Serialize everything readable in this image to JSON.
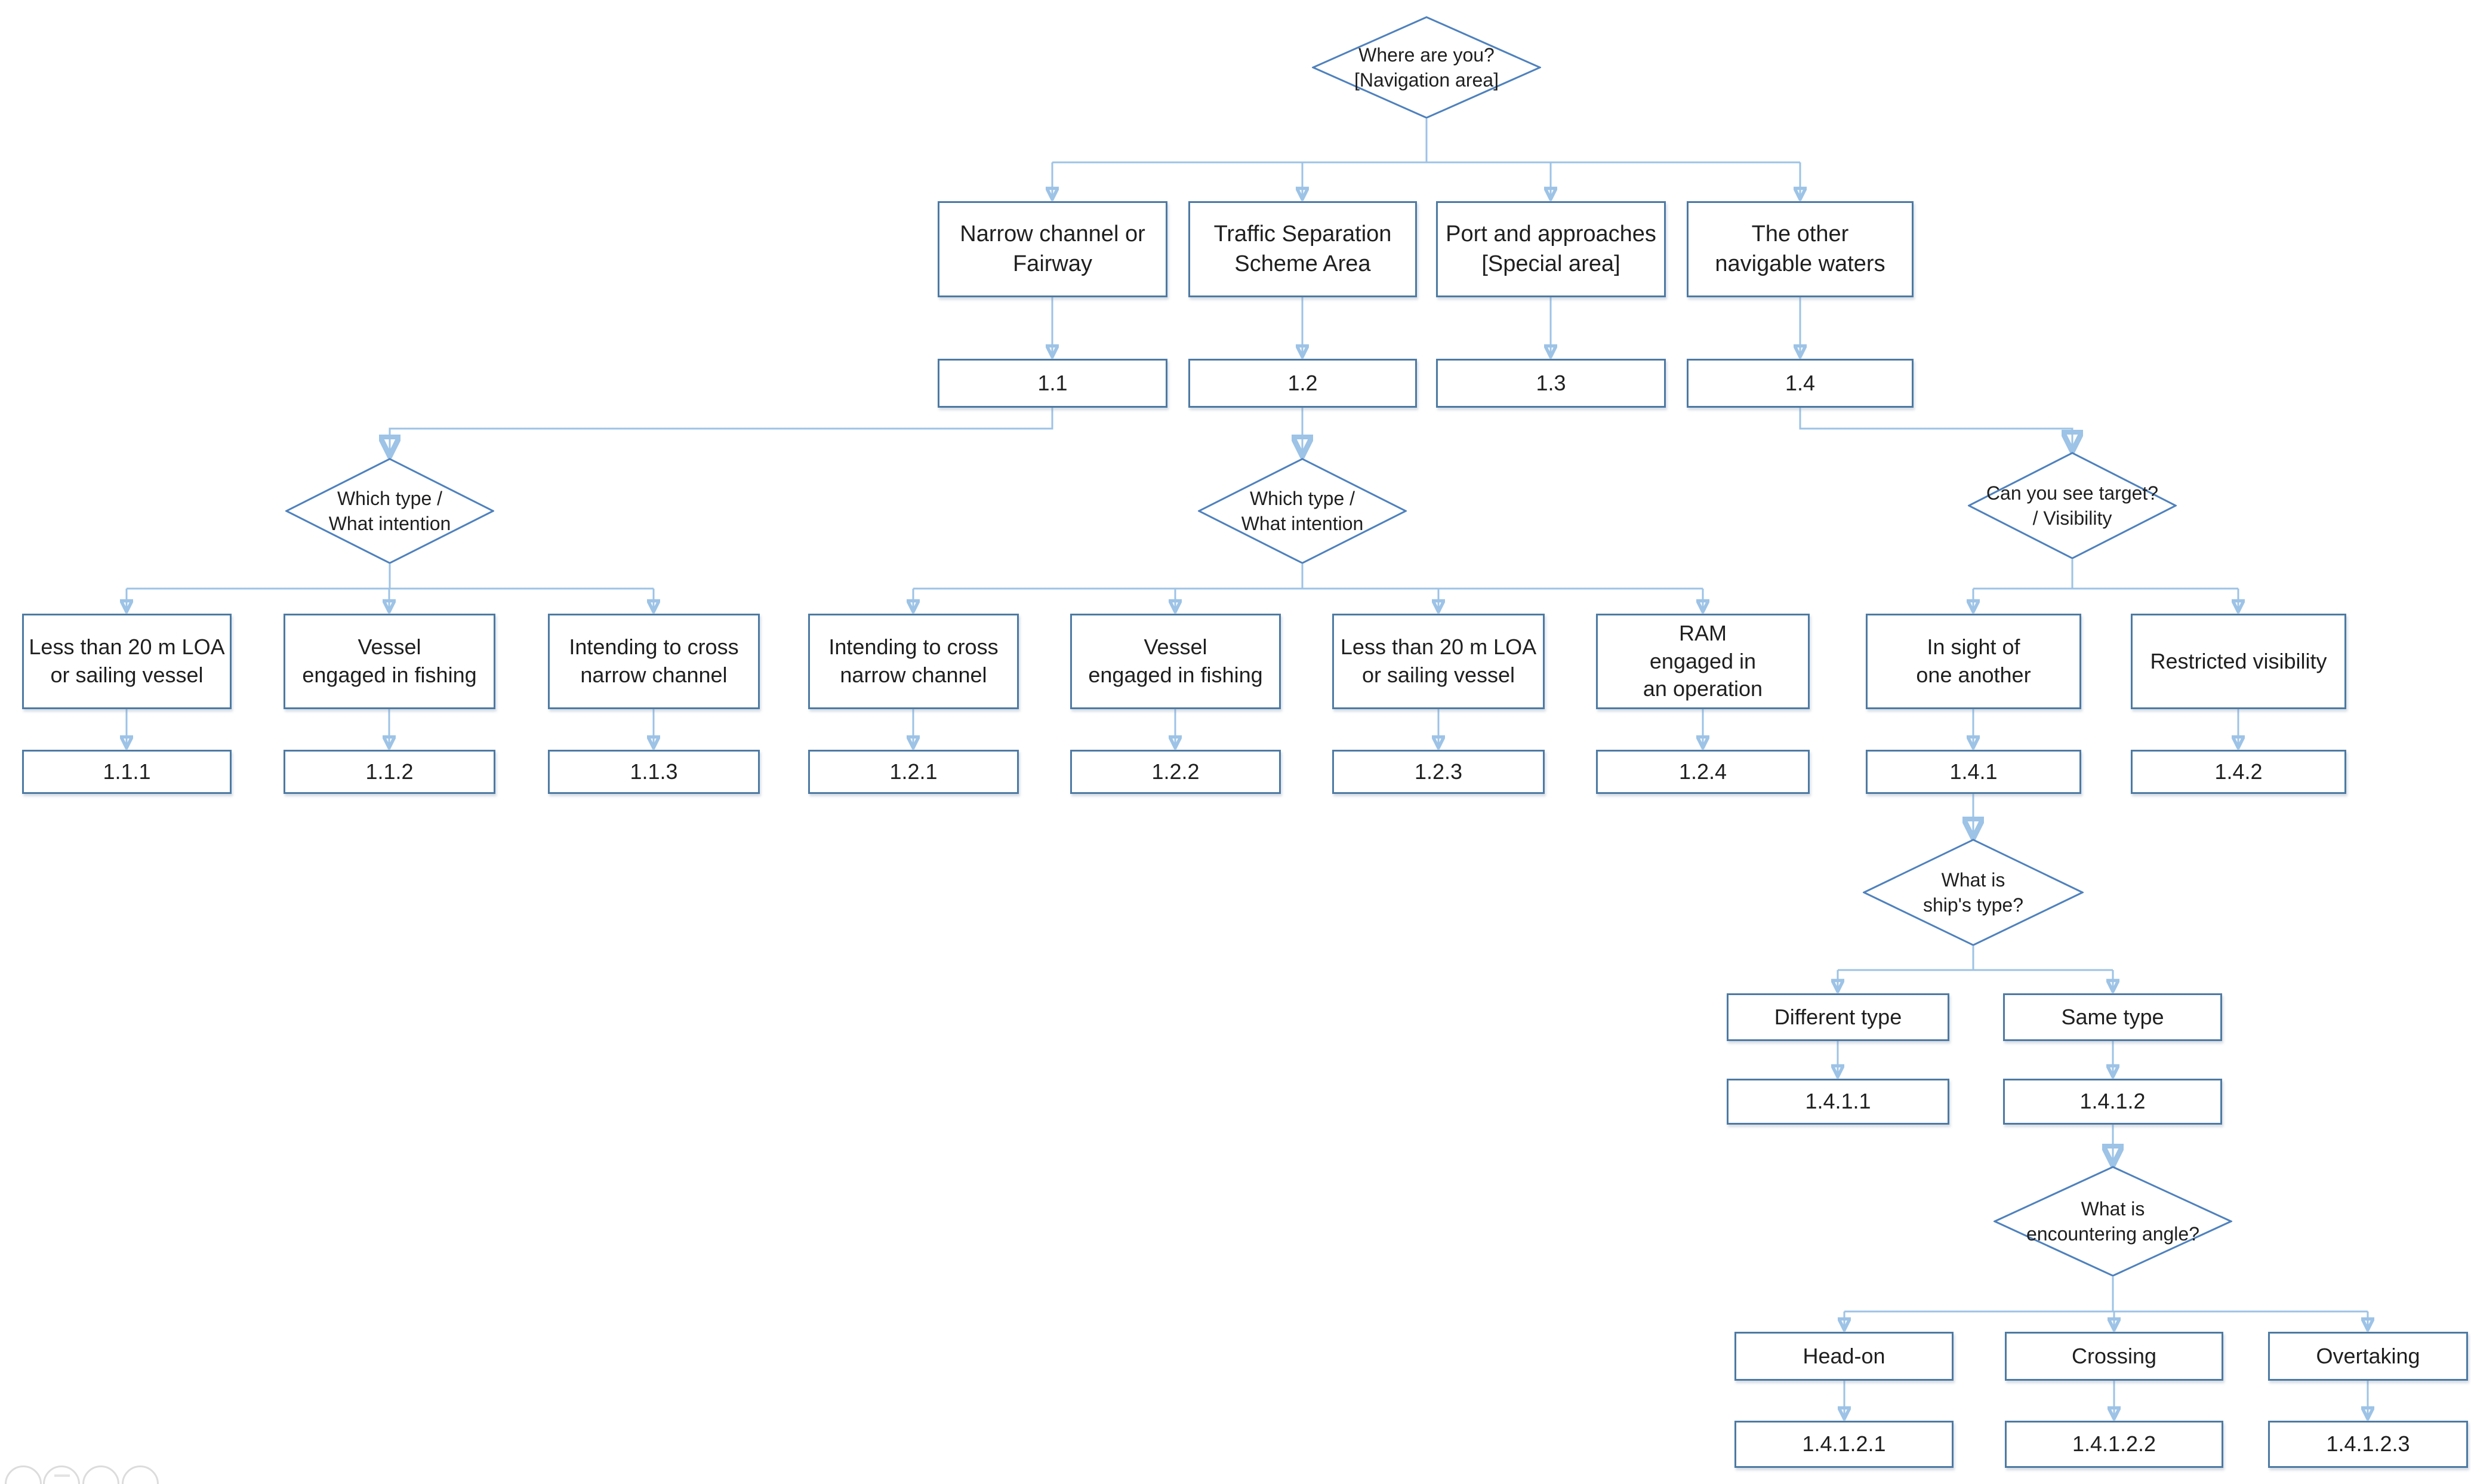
{
  "title": "Collision-avoidance decision tree",
  "colors": {
    "box_border": "#4d7aa3",
    "diamond_border": "#4e81bd",
    "connector_line": "#9dc3e6",
    "arrowhead": "#4a86c8",
    "text": "#1f1f1f",
    "faded_control": "#dcdcdc"
  },
  "icons": {
    "arrowhead": "down-triangle",
    "viewer_controls": [
      "circle-button",
      "circle-button",
      "circle-button",
      "circle-button"
    ]
  },
  "nodes": {
    "q_root": "Where are you?\n[Navigation area]",
    "area_1": "Narrow channel or\nFairway",
    "area_2": "Traffic Separation\nScheme Area",
    "area_3": "Port and approaches\n[Special area]",
    "area_4": "The other\nnavigable waters",
    "code_1_1": "1.1",
    "code_1_2": "1.2",
    "code_1_3": "1.3",
    "code_1_4": "1.4",
    "q_type_left": "Which type /\nWhat intention",
    "q_type_mid": "Which type /\nWhat intention",
    "q_visibility": "Can you see target?\n/ Visibility",
    "c_1_1_1": "Less than 20 m LOA\nor sailing vessel",
    "c_1_1_2": "Vessel\nengaged in fishing",
    "c_1_1_3": "Intending to cross\nnarrow channel",
    "c_1_2_1": "Intending to cross\nnarrow channel",
    "c_1_2_2": "Vessel\nengaged in fishing",
    "c_1_2_3": "Less than 20 m LOA\nor sailing vessel",
    "c_1_2_4": "RAM\nengaged in\nan operation",
    "c_1_4_1": "In sight of\none another",
    "c_1_4_2": "Restricted visibility",
    "code_1_1_1": "1.1.1",
    "code_1_1_2": "1.1.2",
    "code_1_1_3": "1.1.3",
    "code_1_2_1": "1.2.1",
    "code_1_2_2": "1.2.2",
    "code_1_2_3": "1.2.3",
    "code_1_2_4": "1.2.4",
    "code_1_4_1": "1.4.1",
    "code_1_4_2": "1.4.2",
    "q_ship_type": "What is\nship's type?",
    "opt_different": "Different type",
    "opt_same": "Same type",
    "code_1_4_1_1": "1.4.1.1",
    "code_1_4_1_2": "1.4.1.2",
    "q_angle": "What is\nencountering angle?",
    "opt_head_on": "Head-on",
    "opt_crossing": "Crossing",
    "opt_overtaking": "Overtaking",
    "code_1_4_1_2_1": "1.4.1.2.1",
    "code_1_4_1_2_2": "1.4.1.2.2",
    "code_1_4_1_2_3": "1.4.1.2.3"
  }
}
